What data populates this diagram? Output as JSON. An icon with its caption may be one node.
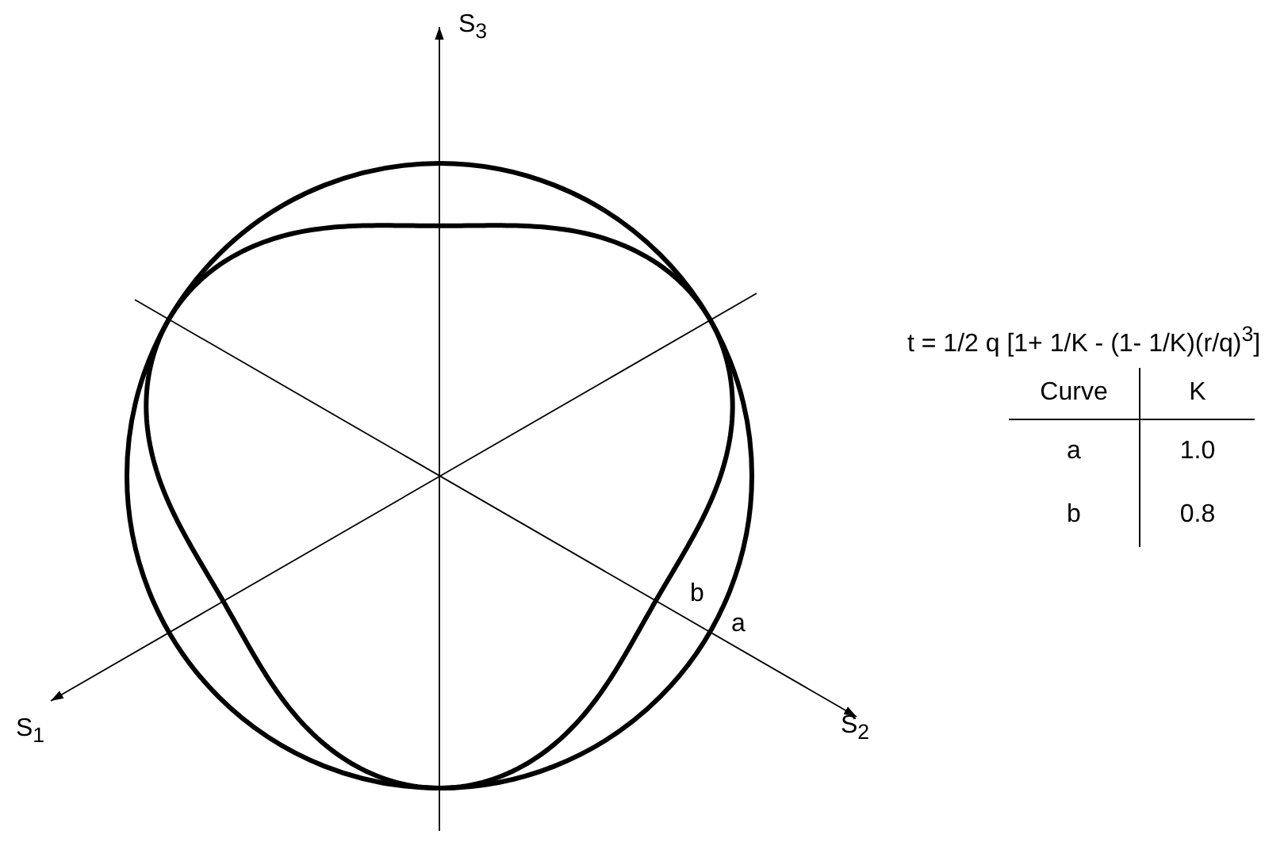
{
  "diagram": {
    "labels": [
      "S$_{3}$",
      "t = 1/2 q [1+ 1/K - (1- 1/K)(r/q)$^{3}$]",
      "Curve",
      "K",
      "a",
      "1.0",
      "b",
      "0.8",
      "b",
      "a",
      "S$_{1}$",
      "S$_{2}$"
    ]
  }
}
